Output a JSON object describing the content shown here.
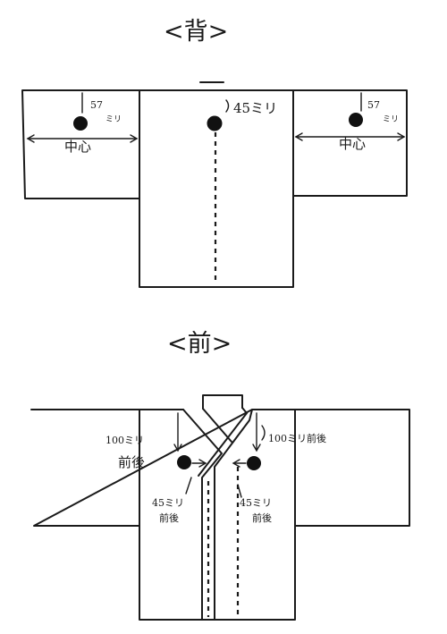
{
  "back": {
    "title": "<背>",
    "center_label": "中心",
    "crest_center_label": "45ミリ",
    "crest_left_value": "57",
    "crest_right_value": "57",
    "unit_mm": "ミリ"
  },
  "front": {
    "title": "<前>",
    "left_value": "100ミリ",
    "left_note": "前後",
    "right_label": "100ミリ前後",
    "inner_left_value": "45ミリ",
    "inner_left_note": "前後",
    "inner_right_value": "45ミリ",
    "inner_right_note": "前後"
  }
}
